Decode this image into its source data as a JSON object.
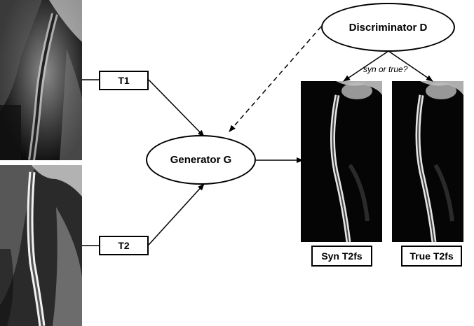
{
  "inputs": {
    "t1_label": "T1",
    "t2_label": "T2"
  },
  "generator": {
    "label": "Generator G"
  },
  "discriminator": {
    "label": "Discriminator D",
    "question": "syn or true?"
  },
  "outputs": {
    "syn_label": "Syn T2fs",
    "true_label": "True T2fs"
  },
  "colors": {
    "stroke": "#000000",
    "background": "#ffffff",
    "mri_background": "#000000"
  }
}
